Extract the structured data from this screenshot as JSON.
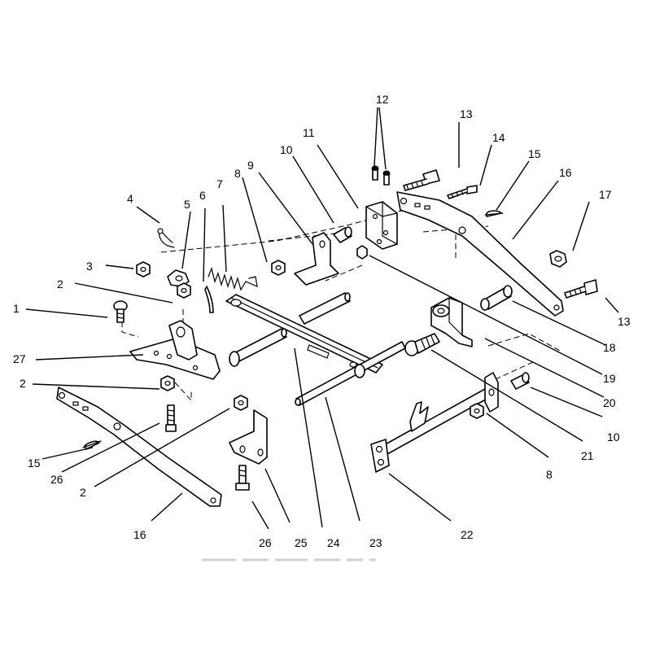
{
  "callouts": {
    "c1": "1",
    "c2a": "2",
    "c2b": "2",
    "c2c": "2",
    "c3": "3",
    "c4": "4",
    "c5": "5",
    "c6": "6",
    "c7": "7",
    "c8a": "8",
    "c8b": "8",
    "c9": "9",
    "c10a": "10",
    "c10b": "10",
    "c11": "11",
    "c12": "12",
    "c13a": "13",
    "c13b": "13",
    "c14": "14",
    "c15a": "15",
    "c15b": "15",
    "c16a": "16",
    "c16b": "16",
    "c17": "17",
    "c18": "18",
    "c19": "19",
    "c20": "20",
    "c21": "21",
    "c22": "22",
    "c23": "23",
    "c24": "24",
    "c25": "25",
    "c26a": "26",
    "c26b": "26",
    "c27": "27"
  },
  "footer": {
    "faded_text": ""
  },
  "colors": {
    "line": "#000000",
    "background": "#ffffff"
  }
}
